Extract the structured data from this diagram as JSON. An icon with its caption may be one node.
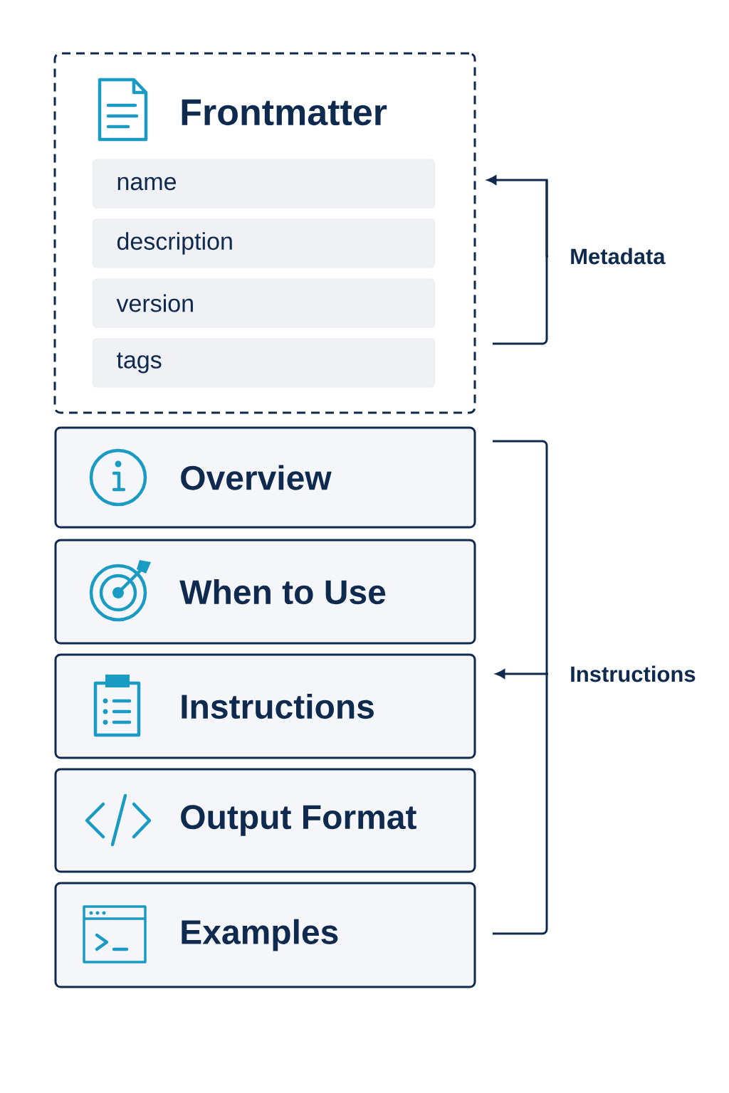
{
  "diagram": {
    "nodes": [
      {
        "text": [
          "Frontmatter"
        ]
      },
      {
        "text": [
          "name"
        ],
        "in": 0
      },
      {
        "text": [
          "description"
        ],
        "in": 0
      },
      {
        "text": [
          "version"
        ],
        "in": 0
      },
      {
        "text": [
          "tags"
        ],
        "in": 0
      },
      {
        "text": [
          "Overview"
        ]
      },
      {
        "text": [
          "When to Use"
        ]
      },
      {
        "text": [
          "Instructions"
        ]
      },
      {
        "text": [
          "Output Format"
        ]
      },
      {
        "text": [
          "Examples"
        ]
      },
      {
        "text": [
          "Metadata"
        ]
      },
      {
        "text": [
          "Instructions"
        ]
      }
    ],
    "edges": [
      {
        "from": 10,
        "to": 0,
        "arrow": "to"
      },
      {
        "from": 11,
        "to": 7,
        "arrow": "to"
      }
    ]
  }
}
